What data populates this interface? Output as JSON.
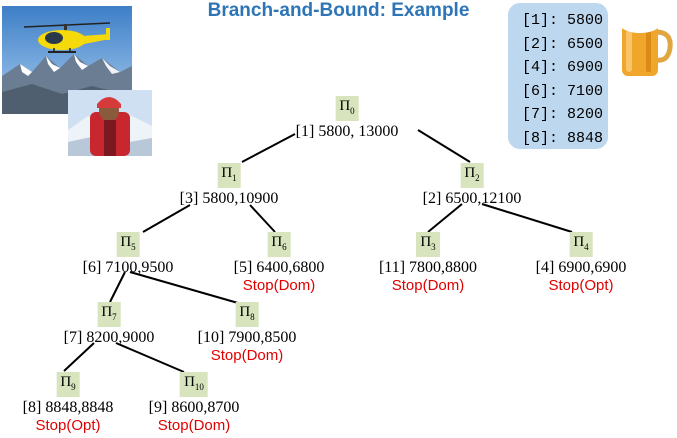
{
  "title": "Branch-and-Bound: Example",
  "legend": [
    "[1]: 5800",
    "[2]: 6500",
    "[4]: 6900",
    "[6]: 7100",
    "[7]: 8200",
    "[8]: 8848"
  ],
  "nodes": {
    "n0": {
      "sym": "Π",
      "sub": "0",
      "label": "[1] 5800, 13000",
      "stop": ""
    },
    "n1": {
      "sym": "Π",
      "sub": "1",
      "label": "[3] 5800,10900",
      "stop": ""
    },
    "n2": {
      "sym": "Π",
      "sub": "2",
      "label": "[2] 6500,12100",
      "stop": ""
    },
    "n5": {
      "sym": "Π",
      "sub": "5",
      "label": "[6] 7100,9500",
      "stop": ""
    },
    "n6": {
      "sym": "Π",
      "sub": "6",
      "label": "[5] 6400,6800",
      "stop": "Stop(Dom)"
    },
    "n3": {
      "sym": "Π",
      "sub": "3",
      "label": "[11] 7800,8800",
      "stop": "Stop(Dom)"
    },
    "n4": {
      "sym": "Π",
      "sub": "4",
      "label": "[4] 6900,6900",
      "stop": "Stop(Opt)"
    },
    "n7": {
      "sym": "Π",
      "sub": "7",
      "label": "[7] 8200,9000",
      "stop": ""
    },
    "n8": {
      "sym": "Π",
      "sub": "8",
      "label": "[10] 7900,8500",
      "stop": "Stop(Dom)"
    },
    "n9": {
      "sym": "Π",
      "sub": "9",
      "label": "[8] 8848,8848",
      "stop": "Stop(Opt)"
    },
    "n10": {
      "sym": "Π",
      "sub": "10",
      "label": "[9] 8600,8700",
      "stop": "Stop(Dom)"
    }
  }
}
